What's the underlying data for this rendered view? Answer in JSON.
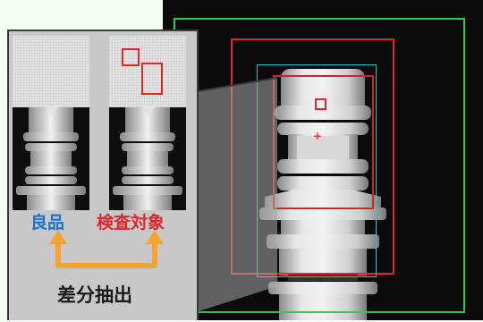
{
  "labels": {
    "good": "良品",
    "target": "検査対象",
    "diff": "差分抽出"
  },
  "colors": {
    "good_label": "#1a73c8",
    "target_label": "#e0262c",
    "arrow": "#f5a431",
    "inspection_frame_green": "#2ecc4a",
    "inspection_frame_red": "#e0262c",
    "inspection_frame_cyan": "#30c0c8",
    "defect_box": "#e0262c"
  },
  "icons": {
    "arrow": "orange-bracket-arrow",
    "crosshair": "red-crosshair"
  }
}
